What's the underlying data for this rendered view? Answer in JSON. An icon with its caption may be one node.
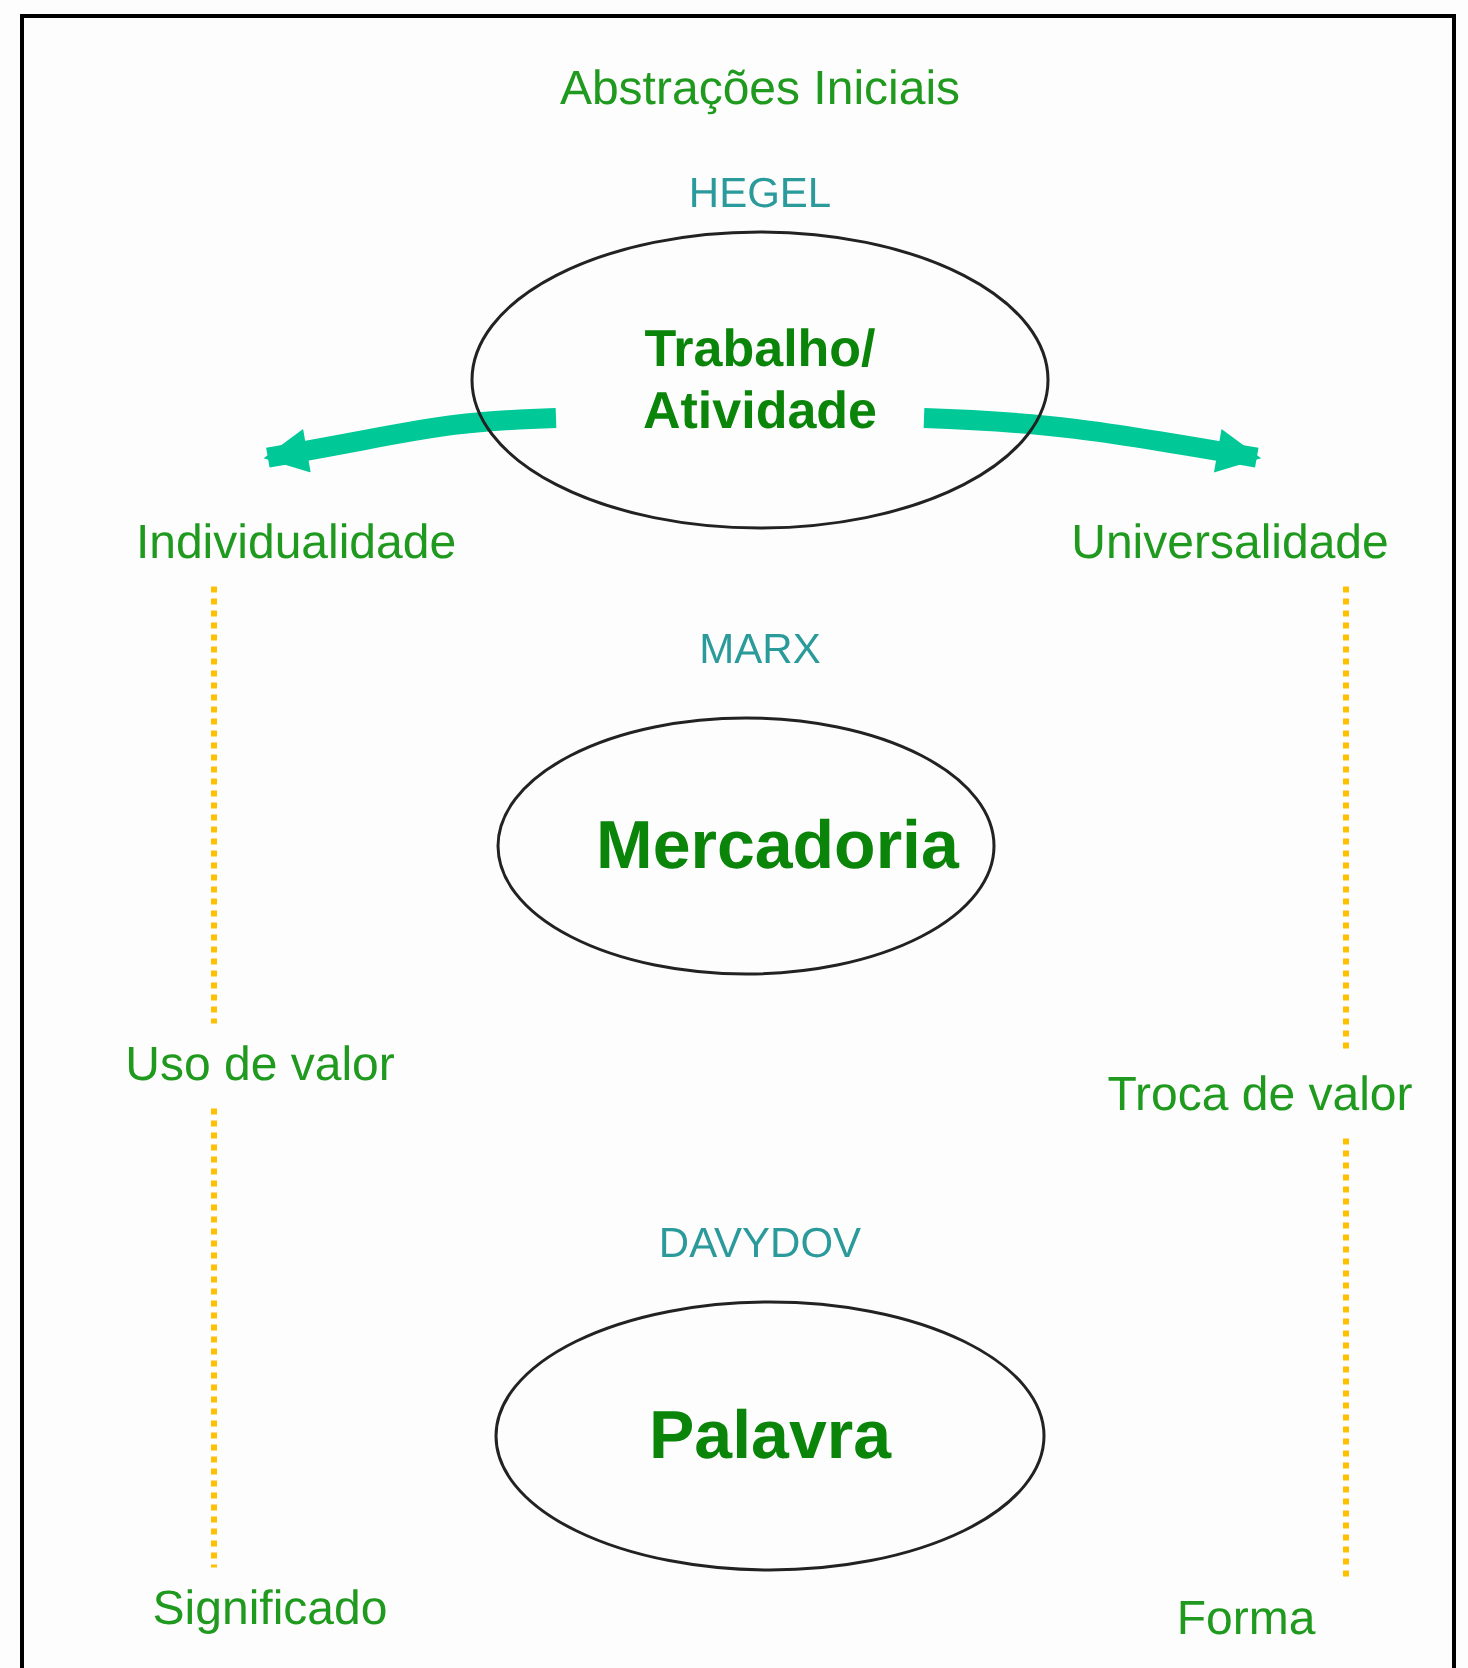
{
  "diagram": {
    "title": "Abstrações Iniciais",
    "nodes": [
      {
        "text": [
          "Trabalho/ Atividade"
        ],
        "beside": [
          "HEGEL"
        ]
      },
      {
        "text": [
          "Individualidade"
        ]
      },
      {
        "text": [
          "Universalidade"
        ]
      },
      {
        "text": [
          "Mercadoria"
        ],
        "beside": [
          "MARX"
        ]
      },
      {
        "text": [
          "Uso de valor"
        ]
      },
      {
        "text": [
          "Troca de valor"
        ]
      },
      {
        "text": [
          "Palavra"
        ],
        "beside": [
          "DAVYDOV"
        ]
      },
      {
        "text": [
          "Significado"
        ]
      },
      {
        "text": [
          "Forma"
        ]
      }
    ],
    "edges": [
      {
        "from": 0,
        "to": 1,
        "arrow": "to",
        "style": "thick",
        "color": "#00c896"
      },
      {
        "from": 0,
        "to": 2,
        "arrow": "to",
        "style": "thick",
        "color": "#00c896"
      },
      {
        "from": 1,
        "to": 4,
        "arrow": "none",
        "style": "dashed",
        "color": "#ffc000"
      },
      {
        "from": 4,
        "to": 7,
        "arrow": "none",
        "style": "dashed",
        "color": "#ffc000"
      },
      {
        "from": 2,
        "to": 5,
        "arrow": "none",
        "style": "dashed",
        "color": "#ffc000"
      },
      {
        "from": 5,
        "to": 8,
        "arrow": "none",
        "style": "dashed",
        "color": "#ffc000"
      }
    ]
  }
}
